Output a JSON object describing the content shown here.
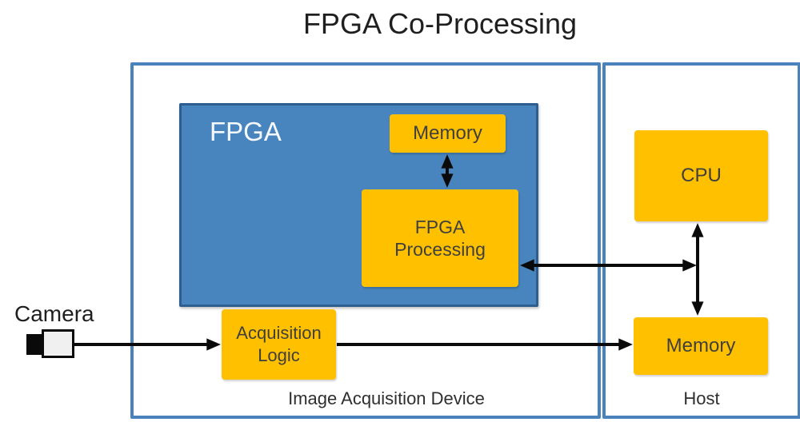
{
  "title": "FPGA Co-Processing",
  "colors": {
    "title_text": "#1f1f1f",
    "label_text": "#2e2e2e",
    "container_border": "#4a82bb",
    "blue_fill": "#4884bd",
    "blue_border": "#2d5e8f",
    "orange": "#ffc000",
    "box_text": "#3f3f3f",
    "fpga_text": "#f5f9fd",
    "arrow": "#0a0a0a",
    "camera_body": "#f0f0f0"
  },
  "camera": {
    "label": "Camera",
    "icon": "camera-icon"
  },
  "acquisition_device": {
    "label": "Image Acquisition Device",
    "fpga": {
      "label": "FPGA",
      "memory_label": "Memory",
      "processing_label": "FPGA\nProcessing"
    },
    "acquisition_logic_label": "Acquisition\nLogic"
  },
  "host": {
    "label": "Host",
    "cpu_label": "CPU",
    "memory_label": "Memory"
  },
  "connections": [
    {
      "from": "camera",
      "to": "acquisition-logic",
      "direction": "one-way"
    },
    {
      "from": "acquisition-logic",
      "to": "host-memory",
      "direction": "one-way"
    },
    {
      "from": "fpga-processing",
      "to": "host-cpu-memory-bus",
      "direction": "two-way"
    },
    {
      "from": "fpga-memory",
      "to": "fpga-processing",
      "direction": "two-way"
    },
    {
      "from": "host-cpu",
      "to": "host-memory",
      "direction": "two-way"
    }
  ]
}
